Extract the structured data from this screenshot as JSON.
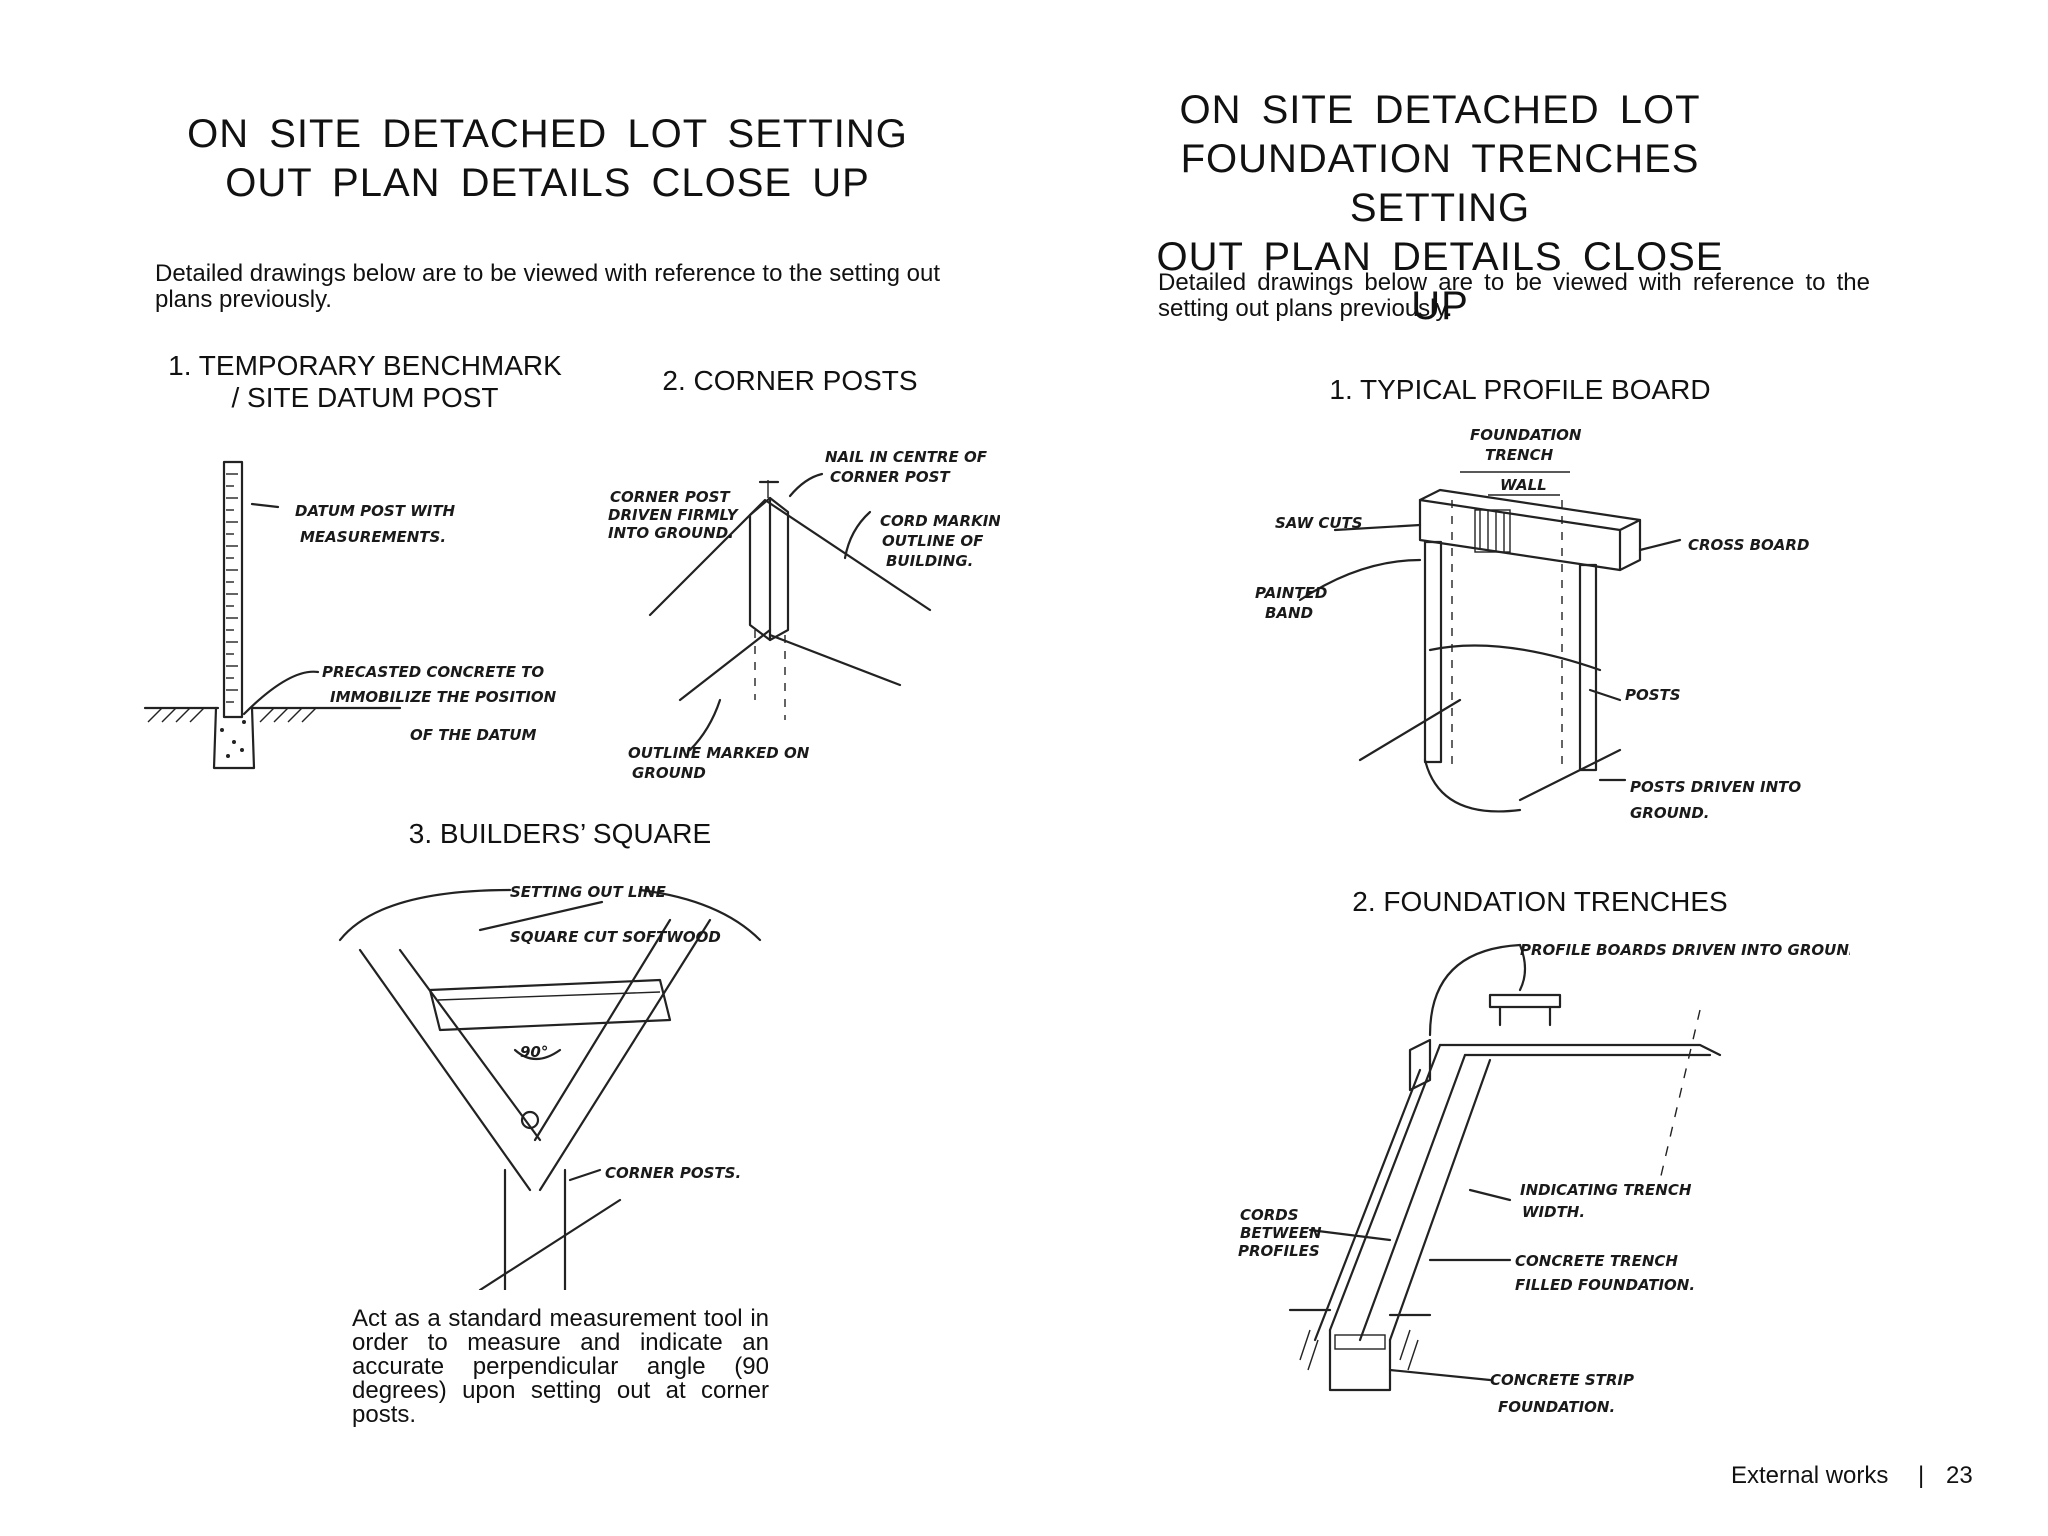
{
  "left": {
    "title": "ON SITE DETACHED LOT SETTING\nOUT PLAN DETAILS CLOSE UP",
    "intro": "Detailed drawings below are to be viewed with reference to the setting out plans previously.",
    "captions": {
      "benchmark": "1. TEMPORARY BENCHMARK\n/ SITE DATUM POST",
      "corner_posts": "2. CORNER POSTS",
      "builders_square": "3. BUILDERS’ SQUARE"
    },
    "builders_square_note": "Act as a standard measurement tool in order to measure and indicate an accurate perpendicular angle (90 degrees) upon setting out at corner posts.",
    "sketch_labels": {
      "datum_post": [
        "DATUM POST WITH",
        "MEASUREMENTS."
      ],
      "precast": [
        "PRECASTED CONCRETE TO",
        "IMMOBILIZE THE POSITION",
        "OF THE DATUM"
      ],
      "nail": [
        "NAIL IN CENTRE OF",
        "CORNER POST"
      ],
      "corner_post_driven": [
        "CORNER POST",
        "DRIVEN FIRMLY",
        "INTO GROUND."
      ],
      "cord_marking": [
        "CORD MARKING",
        "OUTLINE OF",
        "BUILDING."
      ],
      "outline_ground": [
        "OUTLINE MARKED ON",
        "GROUND"
      ],
      "setting_out_line": "SETTING OUT LINE",
      "square_cut_softwood": "SQUARE CUT SOFTWOOD",
      "angle_90": "90°",
      "corner_posts_lbl": "CORNER POSTS."
    }
  },
  "right": {
    "title": "ON SITE DETACHED LOT\nFOUNDATION TRENCHES SETTING\nOUT PLAN DETAILS CLOSE UP",
    "intro": "Detailed drawings below are to be viewed with reference to the setting out plans previously.",
    "captions": {
      "profile_board": "1. TYPICAL PROFILE BOARD",
      "foundation_trenches": "2. FOUNDATION TRENCHES"
    },
    "sketch_labels": {
      "foundation_trench": [
        "FOUNDATION",
        "TRENCH"
      ],
      "wall": "WALL",
      "saw_cuts": "SAW CUTS",
      "cross_board": "CROSS BOARD",
      "painted_band": [
        "PAINTED",
        "BAND"
      ],
      "posts": "POSTS",
      "posts_driven": [
        "POSTS DRIVEN INTO",
        "GROUND."
      ],
      "profile_boards_driven": "PROFILE BOARDS DRIVEN INTO GROUND.",
      "trench_width": [
        "INDICATING TRENCH",
        "WIDTH."
      ],
      "cords": [
        "CORDS",
        "BETWEEN",
        "PROFILES"
      ],
      "concrete_filled": [
        "CONCRETE TRENCH",
        "FILLED FOUNDATION."
      ],
      "concrete_strip": [
        "CONCRETE STRIP",
        "FOUNDATION."
      ]
    }
  },
  "footer": {
    "section": "External works",
    "separator": "|",
    "page_number": "23"
  }
}
